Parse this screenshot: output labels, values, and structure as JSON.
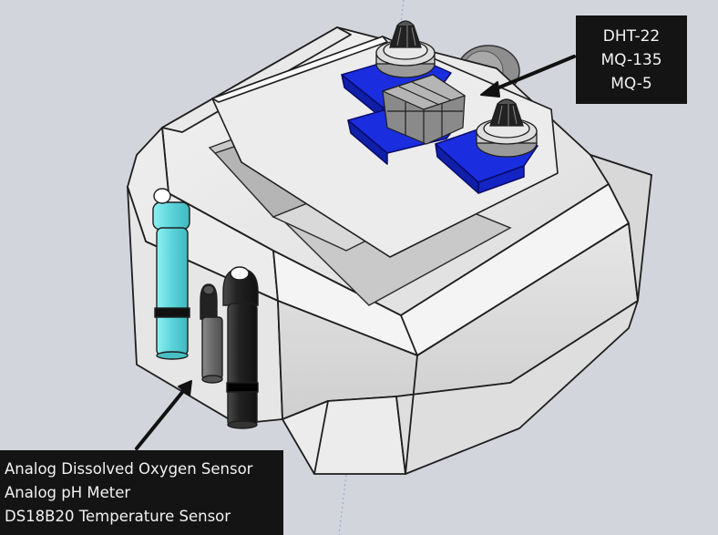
{
  "labels": {
    "gas_sensors": [
      "DHT-22",
      "MQ-135",
      "MQ-5"
    ],
    "water_sensors": [
      "Analog Dissolved Oxygen Sensor",
      "Analog pH Meter",
      "DS18B20 Temperature Sensor"
    ]
  },
  "colors": {
    "background": "#d2d5dc",
    "callout_bg": "#141414",
    "callout_text": "#f2f2f2",
    "sensor_mount": "#1a2ee0",
    "do_probe": "#5cd6dc"
  }
}
